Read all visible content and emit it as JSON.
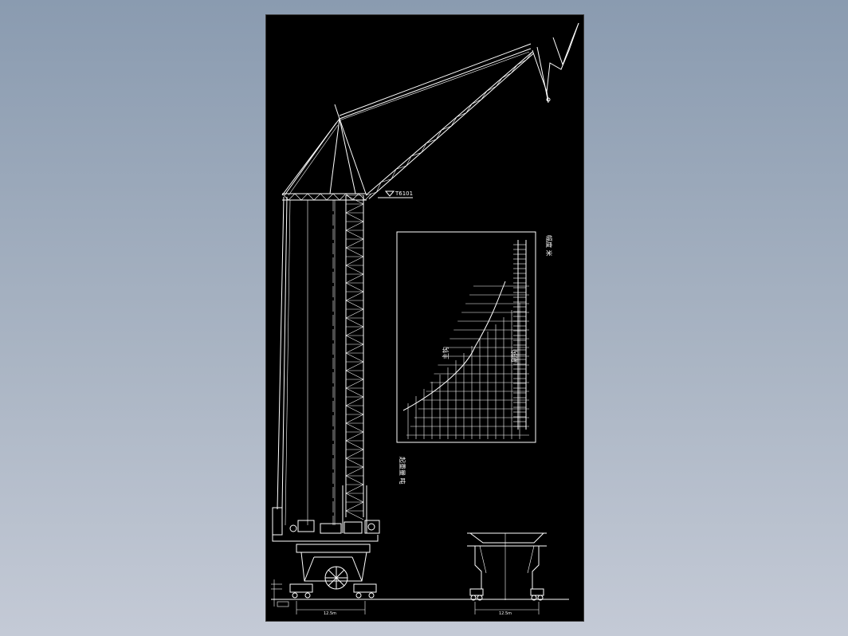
{
  "drawing": {
    "elevation_label": "T6101",
    "chart_labels": {
      "amplitude_axis": "幅度 米",
      "lift_axis": "起重量 吨",
      "main_hook": "主钩",
      "aux_hook": "副钩"
    },
    "dimension_main": "12.5m",
    "dimension_side": "12.5m",
    "colors": {
      "background": "#000000",
      "lines": "#ffffff",
      "window": "#9aa7b8"
    }
  }
}
